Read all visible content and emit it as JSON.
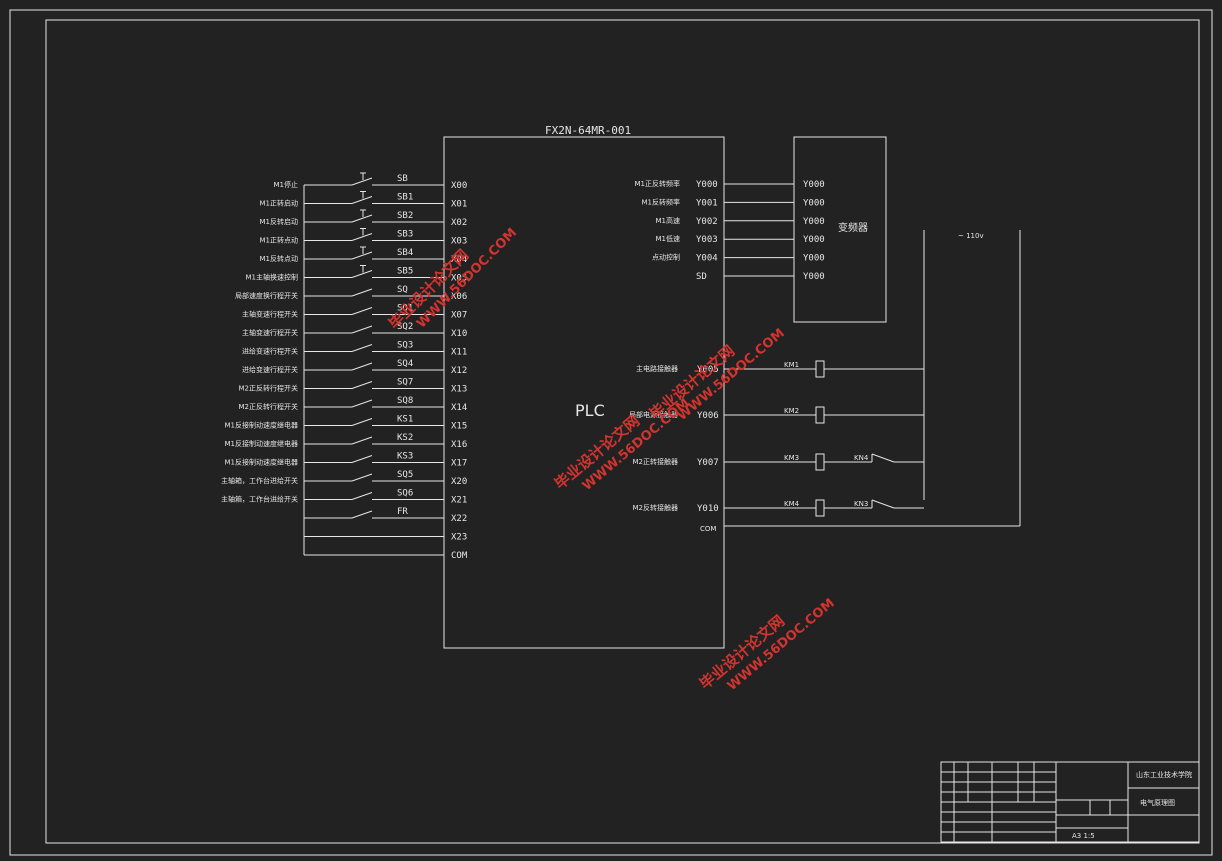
{
  "plc": {
    "model": "FX2N-64MR-001",
    "label": "PLC",
    "inputs": [
      {
        "desc": "M1停止",
        "sw": "SB",
        "port": "X00"
      },
      {
        "desc": "M1正转启动",
        "sw": "SB1",
        "port": "X01"
      },
      {
        "desc": "M1反转启动",
        "sw": "SB2",
        "port": "X02"
      },
      {
        "desc": "M1正转点动",
        "sw": "SB3",
        "port": "X03"
      },
      {
        "desc": "M1反转点动",
        "sw": "SB4",
        "port": "X04"
      },
      {
        "desc": "M1主轴换速控制",
        "sw": "SB5",
        "port": "X05"
      },
      {
        "desc": "局部速度换行程开关",
        "sw": "SQ",
        "port": "X06"
      },
      {
        "desc": "主轴变速行程开关",
        "sw": "SQ1",
        "port": "X07"
      },
      {
        "desc": "主轴变速行程开关",
        "sw": "SQ2",
        "port": "X10"
      },
      {
        "desc": "进给变速行程开关",
        "sw": "SQ3",
        "port": "X11"
      },
      {
        "desc": "进给变速行程开关",
        "sw": "SQ4",
        "port": "X12"
      },
      {
        "desc": "M2正反转行程开关",
        "sw": "SQ7",
        "port": "X13"
      },
      {
        "desc": "M2正反转行程开关",
        "sw": "SQ8",
        "port": "X14"
      },
      {
        "desc": "M1反接制动速度继电器",
        "sw": "KS1",
        "port": "X15"
      },
      {
        "desc": "M1反接制动速度继电器",
        "sw": "KS2",
        "port": "X16"
      },
      {
        "desc": "M1反接制动速度继电器",
        "sw": "KS3",
        "port": "X17"
      },
      {
        "desc": "主轴箱，工作台进给开关",
        "sw": "SQ5",
        "port": "X20"
      },
      {
        "desc": "主轴箱，工作台进给开关",
        "sw": "SQ6",
        "port": "X21"
      },
      {
        "desc": "",
        "sw": "FR",
        "port": "X22"
      },
      {
        "desc": "",
        "sw": "",
        "port": "X23"
      },
      {
        "desc": "",
        "sw": "",
        "port": "COM"
      }
    ],
    "outputs_top": [
      {
        "desc": "M1正反转频率",
        "port": "Y000",
        "vfd": "Y000"
      },
      {
        "desc": "M1反转频率",
        "port": "Y001",
        "vfd": "Y000"
      },
      {
        "desc": "M1高速",
        "port": "Y002",
        "vfd": "Y000"
      },
      {
        "desc": "M1低速",
        "port": "Y003",
        "vfd": "Y000"
      },
      {
        "desc": "点动控制",
        "port": "Y004",
        "vfd": "Y000"
      },
      {
        "desc": "",
        "port": "SD",
        "vfd": "Y000"
      }
    ],
    "outputs_bottom": [
      {
        "desc": "主电路接触器",
        "port": "Y005",
        "coil": "KM1",
        "contact": ""
      },
      {
        "desc": "局部电源接触器",
        "port": "Y006",
        "coil": "KM2",
        "contact": ""
      },
      {
        "desc": "M2正转接触器",
        "port": "Y007",
        "coil": "KM3",
        "contact": "KN4"
      },
      {
        "desc": "M2反转接触器",
        "port": "Y010",
        "coil": "KM4",
        "contact": "KN3"
      }
    ],
    "out_com": "COM"
  },
  "vfd": {
    "label": "变频器"
  },
  "supply": {
    "label": "~ 110v"
  },
  "watermarks": [
    {
      "cn": "毕业设计论文网",
      "en": "WWW.56DOC.COM"
    },
    {
      "cn": "毕业设计论文网",
      "en": "WWW.56DOC.COM"
    },
    {
      "cn": "毕业设计论文网",
      "en": "WWW.56DOC.COM"
    },
    {
      "cn": "毕业设计论文网",
      "en": "WWW.56DOC.COM"
    }
  ],
  "title_block": {
    "school": "山东工业技术学院",
    "drawing": "电气原理图",
    "scale": "A3  1:5"
  }
}
